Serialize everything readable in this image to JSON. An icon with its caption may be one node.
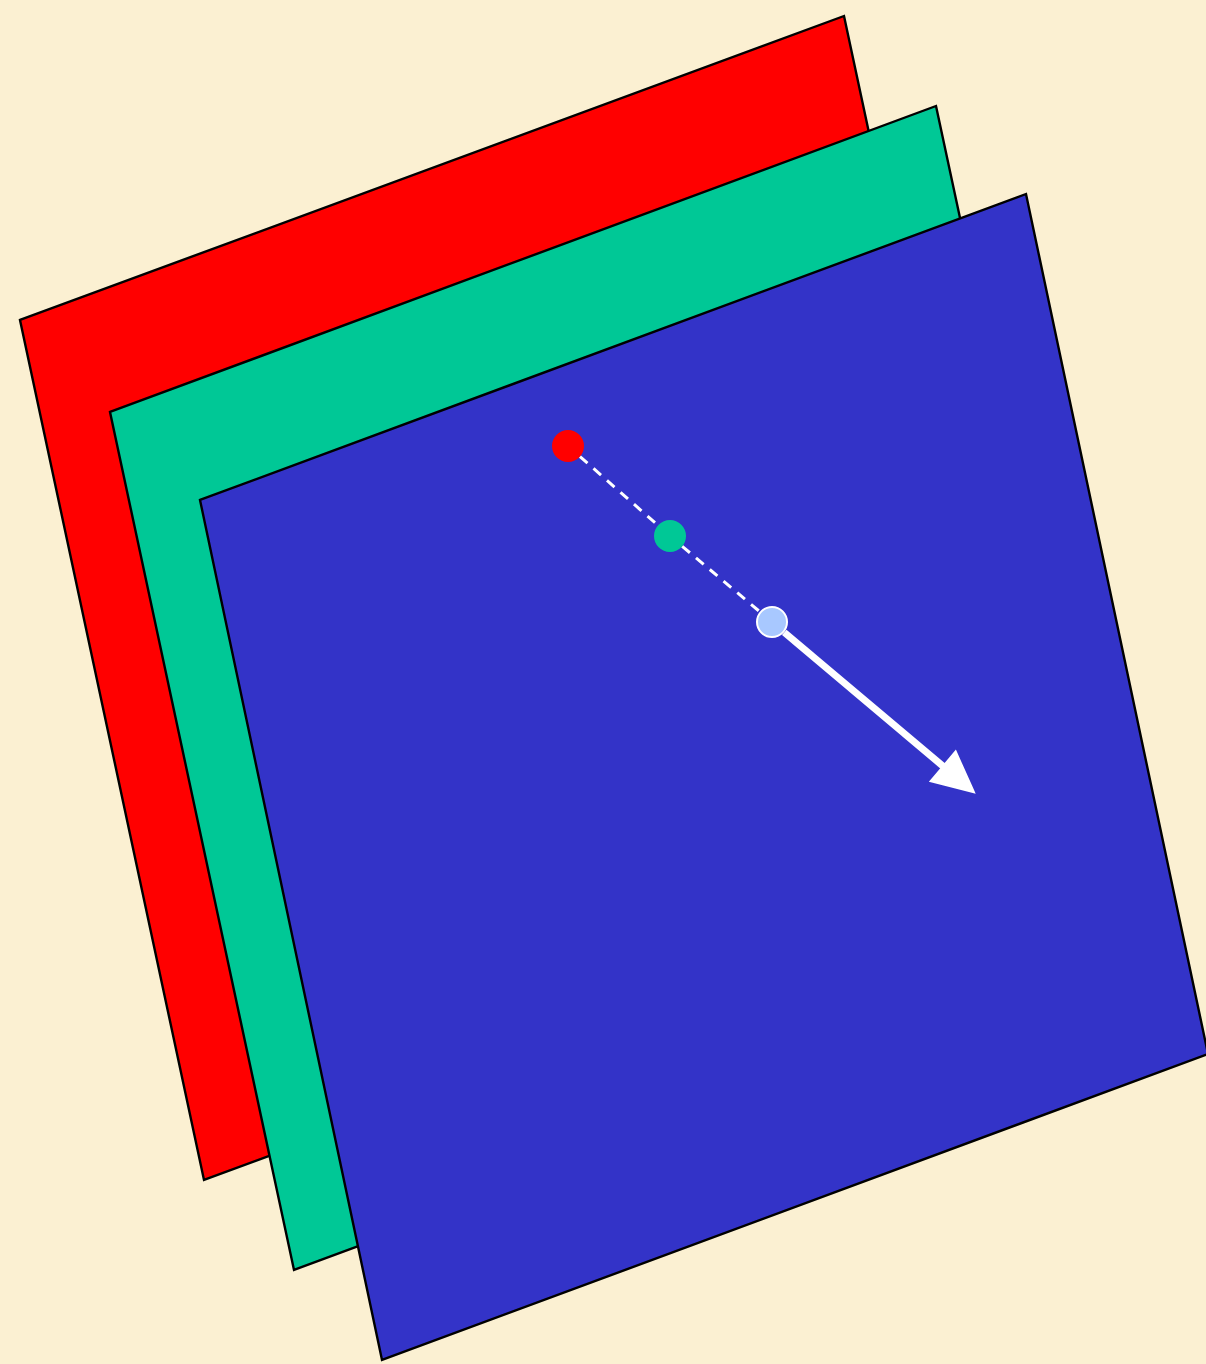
{
  "diagram": {
    "nodes": [
      {
        "text": [],
        "shape": "circle"
      },
      {
        "text": [],
        "shape": "circle"
      },
      {
        "text": [],
        "shape": "circle"
      }
    ],
    "edges": [
      {
        "from": 0,
        "to": 1,
        "arrow": "none",
        "style": "dashed"
      },
      {
        "from": 1,
        "to": 2,
        "arrow": "none",
        "style": "dashed"
      },
      {
        "from": 2,
        "to": null,
        "arrow": "to",
        "style": "thick"
      }
    ]
  }
}
